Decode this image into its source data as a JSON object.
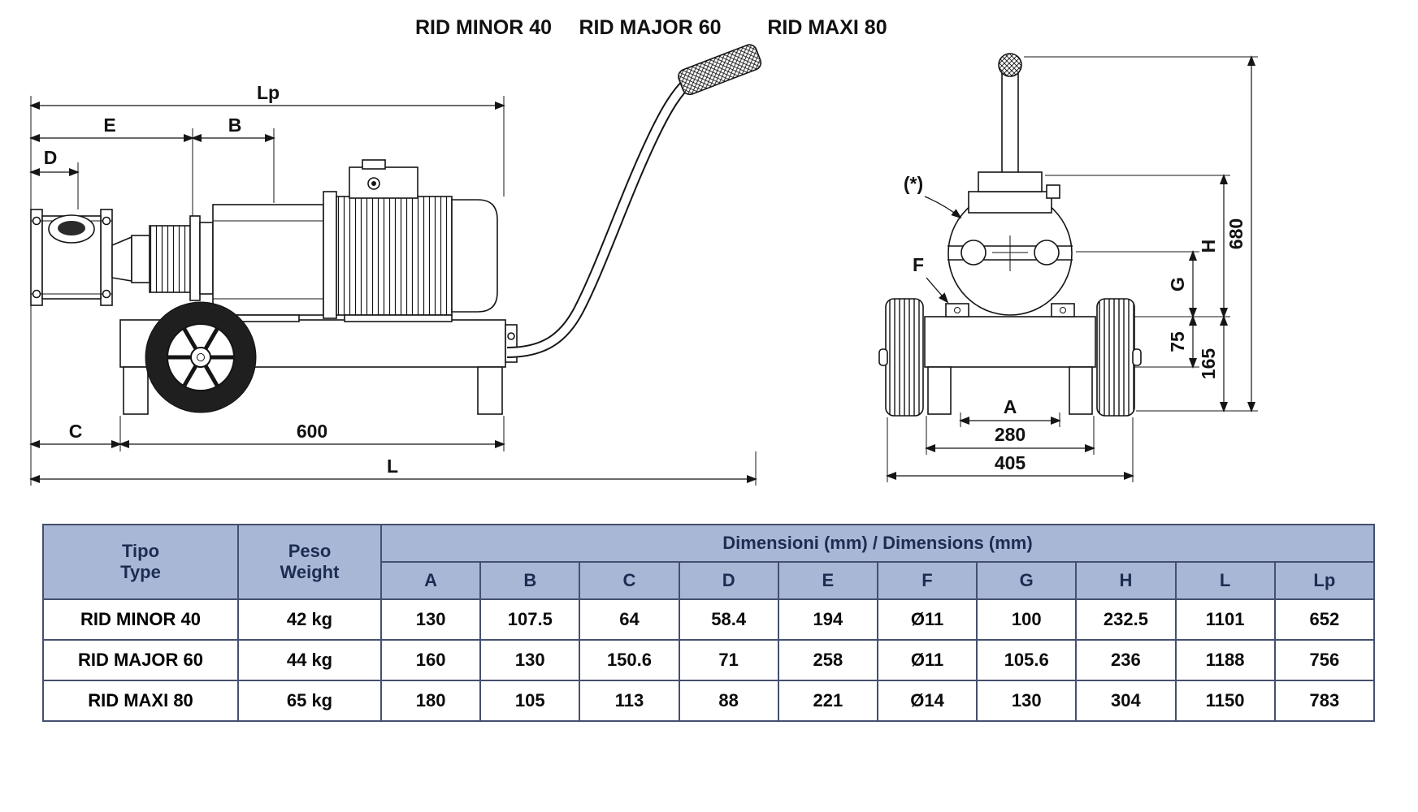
{
  "titles": {
    "minor": "RID MINOR 40",
    "major": "RID MAJOR 60",
    "maxi": "RID MAXI 80"
  },
  "side_view": {
    "dim_lp": "Lp",
    "dim_e": "E",
    "dim_b": "B",
    "dim_d": "D",
    "dim_c": "C",
    "dim_600": "600",
    "dim_l": "L"
  },
  "front_view": {
    "note_star": "(*)",
    "dim_f": "F",
    "dim_680": "680",
    "dim_h": "H",
    "dim_g": "G",
    "dim_75": "75",
    "dim_165": "165",
    "dim_a": "A",
    "dim_280": "280",
    "dim_405": "405"
  },
  "table": {
    "col_tipo_line1": "Tipo",
    "col_tipo_line2": "Type",
    "col_peso_line1": "Peso",
    "col_peso_line2": "Weight",
    "dims_header": "Dimensioni (mm) / Dimensions (mm)",
    "dim_columns": [
      "A",
      "B",
      "C",
      "D",
      "E",
      "F",
      "G",
      "H",
      "L",
      "Lp"
    ],
    "rows": [
      {
        "type": "RID MINOR 40",
        "weight": "42 kg",
        "values": [
          "130",
          "107.5",
          "64",
          "58.4",
          "194",
          "Ø11",
          "100",
          "232.5",
          "1101",
          "652"
        ]
      },
      {
        "type": "RID MAJOR 60",
        "weight": "44 kg",
        "values": [
          "160",
          "130",
          "150.6",
          "71",
          "258",
          "Ø11",
          "105.6",
          "236",
          "1188",
          "756"
        ]
      },
      {
        "type": "RID MAXI 80",
        "weight": "65 kg",
        "values": [
          "180",
          "105",
          "113",
          "88",
          "221",
          "Ø14",
          "130",
          "304",
          "1150",
          "783"
        ]
      }
    ]
  },
  "colors": {
    "table_header_bg": "#a9b7d7",
    "table_border": "#44506e",
    "header_text": "#1c2d52"
  }
}
